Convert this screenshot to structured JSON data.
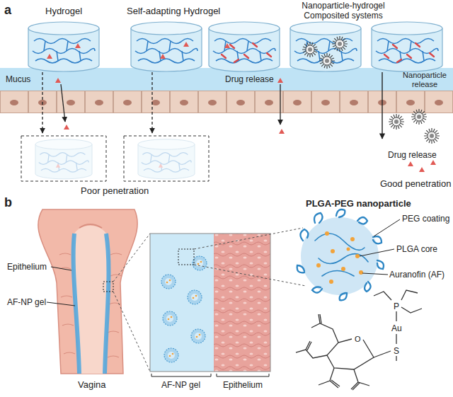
{
  "diagram": {
    "labels": [
      "a",
      "Hydrogel",
      "Self-adapting Hydrogel",
      "Nanoparticle-hydrogel Composited systems",
      "Mucus",
      "Drug release",
      "Nanoparticle release",
      "Drug release",
      "Good penetration",
      "Poor penetration",
      "b",
      "PLGA-PEG nanoparticle",
      "PEG coating",
      "PLGA core",
      "Auranofin (AF)",
      "Epithelium",
      "AF-NP gel",
      "Vagina",
      "AF-NP gel",
      "Epithelium",
      "P",
      "Au",
      "S",
      "O"
    ]
  }
}
